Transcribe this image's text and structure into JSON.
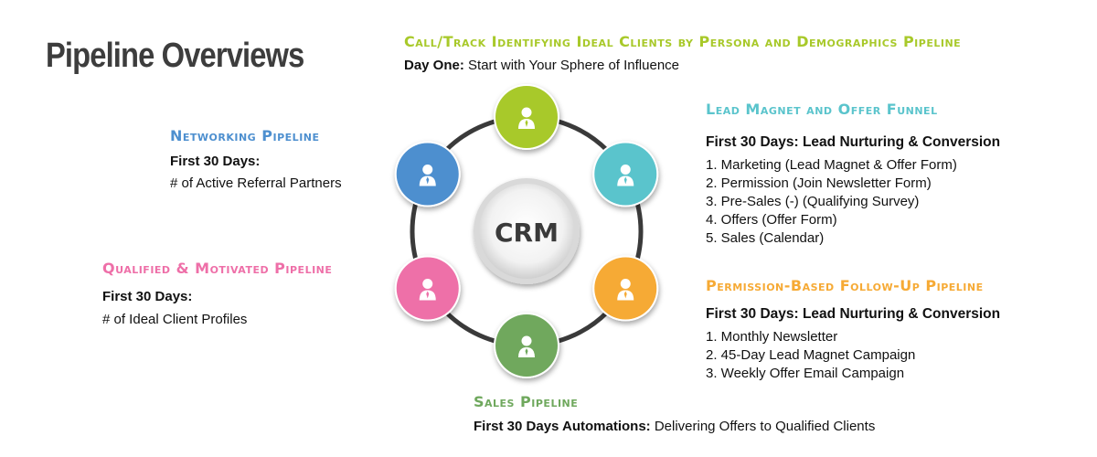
{
  "title": "Pipeline Overviews",
  "colors": {
    "green_light": "#a8c92a",
    "teal": "#5ac4cc",
    "blue": "#4d8fcf",
    "orange": "#f6aa35",
    "pink": "#ee6fa8",
    "green": "#6fa85d",
    "ring": "#3a3a3a"
  },
  "center": {
    "label": "CRM"
  },
  "nodes": [
    {
      "name": "call-track",
      "icon": "person-icon",
      "color": "#a8c92a"
    },
    {
      "name": "lead-magnet",
      "icon": "person-icon",
      "color": "#5ac4cc"
    },
    {
      "name": "permission",
      "icon": "person-icon",
      "color": "#f6aa35"
    },
    {
      "name": "sales",
      "icon": "person-icon",
      "color": "#6fa85d"
    },
    {
      "name": "qualified",
      "icon": "person-icon",
      "color": "#ee6fa8"
    },
    {
      "name": "networking",
      "icon": "person-icon",
      "color": "#4d8fcf"
    }
  ],
  "sections": {
    "call_track": {
      "heading": "Call/Track Identifying Ideal Clients by Persona and Demographics Pipeline",
      "lead": "Day One:",
      "text": " Start with Your Sphere of Influence"
    },
    "lead_magnet": {
      "heading": "Lead Magnet and Offer Funnel",
      "subheading": "First 30 Days: Lead Nurturing & Conversion",
      "items": [
        "1. Marketing (Lead Magnet & Offer Form)",
        "2. Permission (Join Newsletter Form)",
        "3. Pre-Sales (-) (Qualifying Survey)",
        "4. Offers (Offer Form)",
        "5. Sales (Calendar)"
      ]
    },
    "networking": {
      "heading": "Networking Pipeline",
      "subheading": "First 30 Days:",
      "text": "# of Active Referral Partners"
    },
    "qualified": {
      "heading": "Qualified & Motivated Pipeline",
      "subheading": "First 30 Days:",
      "text": "# of Ideal Client Profiles"
    },
    "permission": {
      "heading": "Permission-Based Follow-Up Pipeline",
      "subheading": "First 30 Days: Lead Nurturing & Conversion",
      "items": [
        "1. Monthly Newsletter",
        "2. 45-Day Lead Magnet Campaign",
        "3. Weekly Offer Email Campaign"
      ]
    },
    "sales": {
      "heading": "Sales Pipeline",
      "lead": "First 30 Days Automations:",
      "text": " Delivering Offers to Qualified Clients"
    }
  }
}
